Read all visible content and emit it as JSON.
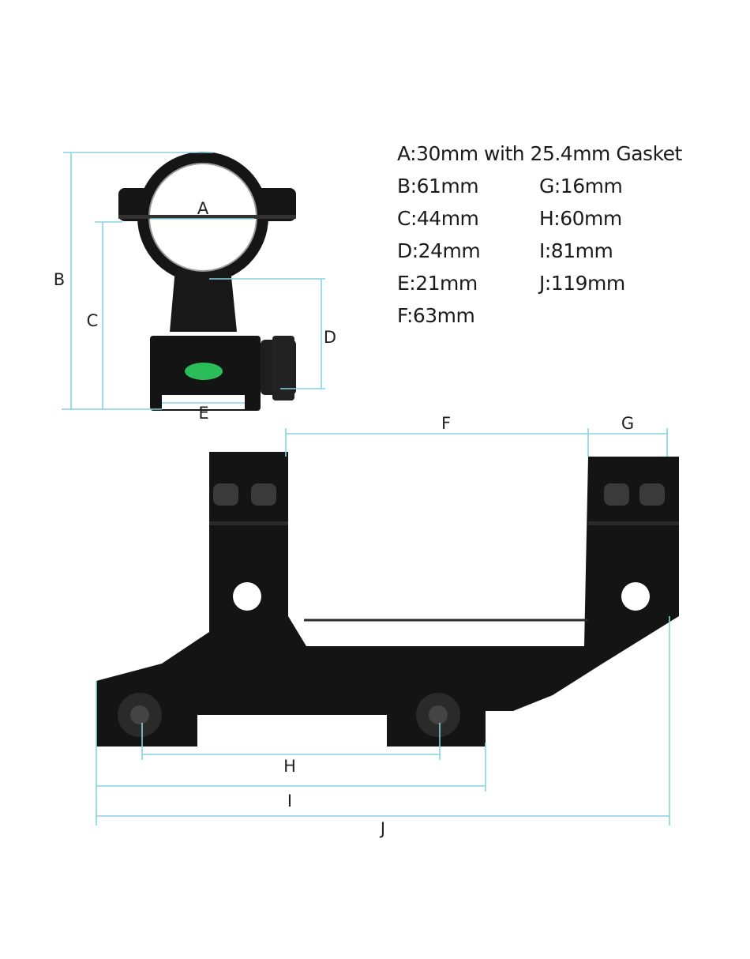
{
  "specs": {
    "A": "A:30mm with 25.4mm Gasket",
    "B": "B:61mm",
    "C": "C:44mm",
    "D": "D:24mm",
    "E": "E:21mm",
    "F": "F:63mm",
    "G": "G:16mm",
    "H": "H:60mm",
    "I": "I:81mm",
    "J": "J:119mm"
  },
  "labels": {
    "A": "A",
    "B": "B",
    "C": "C",
    "D": "D",
    "E": "E",
    "F": "F",
    "G": "G",
    "H": "H",
    "I": "I",
    "J": "J"
  },
  "colors": {
    "dimension_line": "#86d4e0",
    "mount": "#141414",
    "bubble_level": "#2bbd5a"
  }
}
